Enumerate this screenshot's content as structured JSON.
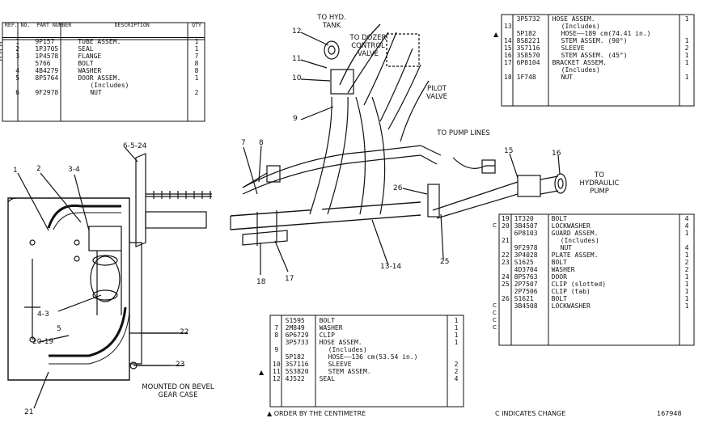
{
  "table_left": {
    "headers": [
      "REF. NO.",
      "PART NUMBER",
      "DESCRIPTION",
      "QTY"
    ],
    "rows": [
      {
        "mark": "C",
        "ref": "1",
        "part": "9P157",
        "desc": "TUBE ASSEM.",
        "qty": "1"
      },
      {
        "mark": "C",
        "ref": "2",
        "part": "1P3705",
        "desc": "SEAL",
        "qty": "1"
      },
      {
        "mark": "",
        "ref": "3",
        "part": "1P4578",
        "desc": "FLANGE",
        "qty": "7"
      },
      {
        "mark": "",
        "ref": "",
        "part": "5766",
        "desc": "BOLT",
        "qty": "8"
      },
      {
        "mark": "C",
        "ref": "4",
        "part": "4B4279",
        "desc": "WASHER",
        "qty": "8"
      },
      {
        "mark": "",
        "ref": "5",
        "part": "8P5764",
        "desc": "DOOR ASSEM.",
        "qty": "1"
      },
      {
        "mark": "",
        "ref": "",
        "part": "",
        "desc": "(Includes)",
        "qty": ""
      },
      {
        "mark": "",
        "ref": "6",
        "part": "9F2978",
        "desc": "NUT",
        "qty": "2"
      }
    ]
  },
  "table_top_right": {
    "rows": [
      {
        "mark": "",
        "ref": "",
        "part": "3P5732",
        "desc": "HOSE ASSEM.",
        "qty": "1"
      },
      {
        "mark": "",
        "ref": "13",
        "part": "",
        "desc": "(Includes)",
        "qty": ""
      },
      {
        "mark": "▲",
        "ref": "",
        "part": "5P182",
        "desc": "HOSE——189 cm(74.41 in.)",
        "qty": ""
      },
      {
        "mark": "",
        "ref": "14",
        "part": "8S8221",
        "desc": "STEM ASSEM. (90°)",
        "qty": "1"
      },
      {
        "mark": "",
        "ref": "15",
        "part": "3S7116",
        "desc": "SLEEVE",
        "qty": "2"
      },
      {
        "mark": "",
        "ref": "16",
        "part": "3S8570",
        "desc": "STEM ASSEM. (45°)",
        "qty": "1"
      },
      {
        "mark": "",
        "ref": "17",
        "part": "6P8104",
        "desc": "BRACKET ASSEM.",
        "qty": "1"
      },
      {
        "mark": "",
        "ref": "",
        "part": "",
        "desc": "(Includes)",
        "qty": ""
      },
      {
        "mark": "",
        "ref": "18",
        "part": "1F748",
        "desc": "NUT",
        "qty": "1"
      }
    ]
  },
  "table_mid_right": {
    "rows": [
      {
        "mark": "",
        "ref": "19",
        "part": "1T320",
        "desc": "BOLT",
        "qty": "4"
      },
      {
        "mark": "C",
        "ref": "20",
        "part": "3B4507",
        "desc": "LOCKWASHER",
        "qty": "4"
      },
      {
        "mark": "",
        "ref": "",
        "part": "6P8103",
        "desc": "GUARD ASSEM.",
        "qty": "1"
      },
      {
        "mark": "",
        "ref": "21",
        "part": "",
        "desc": "(Includes)",
        "qty": ""
      },
      {
        "mark": "",
        "ref": "",
        "part": "9F2978",
        "desc": "NUT",
        "qty": "4"
      },
      {
        "mark": "",
        "ref": "22",
        "part": "3P4028",
        "desc": "PLATE ASSEM.",
        "qty": "1"
      },
      {
        "mark": "",
        "ref": "23",
        "part": "S1625",
        "desc": "BOLT",
        "qty": "2"
      },
      {
        "mark": "",
        "ref": "",
        "part": "4D3704",
        "desc": "WASHER",
        "qty": "2"
      },
      {
        "mark": "",
        "ref": "24",
        "part": "8P5763",
        "desc": "DOOR",
        "qty": "1"
      },
      {
        "mark": "C",
        "ref": "25",
        "part": "2P7507",
        "desc": "CLIP (slotted)",
        "qty": "1"
      },
      {
        "mark": "C",
        "ref": "",
        "part": "2P7506",
        "desc": "CLIP (tab)",
        "qty": "1"
      },
      {
        "mark": "C",
        "ref": "26",
        "part": "S1621",
        "desc": "BOLT",
        "qty": "1"
      },
      {
        "mark": "C",
        "ref": "",
        "part": "3B4508",
        "desc": "LOCKWASHER",
        "qty": "1"
      }
    ]
  },
  "table_bottom": {
    "rows": [
      {
        "mark": "",
        "ref": "",
        "part": "S1595",
        "desc": "BOLT",
        "qty": "1"
      },
      {
        "mark": "",
        "ref": "7",
        "part": "2M849",
        "desc": "WASHER",
        "qty": "1"
      },
      {
        "mark": "",
        "ref": "8",
        "part": "6P6729",
        "desc": "CLIP",
        "qty": "1"
      },
      {
        "mark": "",
        "ref": "",
        "part": "3P5733",
        "desc": "HOSE ASSEM.",
        "qty": "1"
      },
      {
        "mark": "",
        "ref": "9",
        "part": "",
        "desc": "(Includes)",
        "qty": ""
      },
      {
        "mark": "▲",
        "ref": "",
        "part": "5P182",
        "desc": "HOSE——136 cm(53.54 in.)",
        "qty": ""
      },
      {
        "mark": "",
        "ref": "10",
        "part": "3S7116",
        "desc": "SLEEVE",
        "qty": "2"
      },
      {
        "mark": "",
        "ref": "11",
        "part": "5S3820",
        "desc": "STEM ASSEM.",
        "qty": "2"
      },
      {
        "mark": "",
        "ref": "12",
        "part": "4J522",
        "desc": "SEAL",
        "qty": "4"
      }
    ]
  },
  "notes": {
    "centimetre": "▲ ORDER BY THE CENTIMETRE",
    "change": "C INDICATES CHANGE",
    "figure_no": "167948"
  },
  "labels": {
    "to_hyd_tank": "TO HYD. TANK",
    "to_dozer_valve": "TO DOZER CONTROL VALVE",
    "pilot_valve": "PILOT VALVE",
    "to_pump_lines": "TO PUMP LINES",
    "to_hydraulic_pump": "TO HYDRAULIC PUMP",
    "mounted_on": "MOUNTED ON BEVEL GEAR CASE"
  },
  "callouts": [
    "1",
    "2",
    "3-4",
    "4-3",
    "5",
    "6-5-24",
    "7",
    "8",
    "9",
    "10",
    "11",
    "12",
    "13-14",
    "15",
    "16",
    "17",
    "18",
    "20-19",
    "21",
    "22",
    "23",
    "25",
    "26"
  ]
}
